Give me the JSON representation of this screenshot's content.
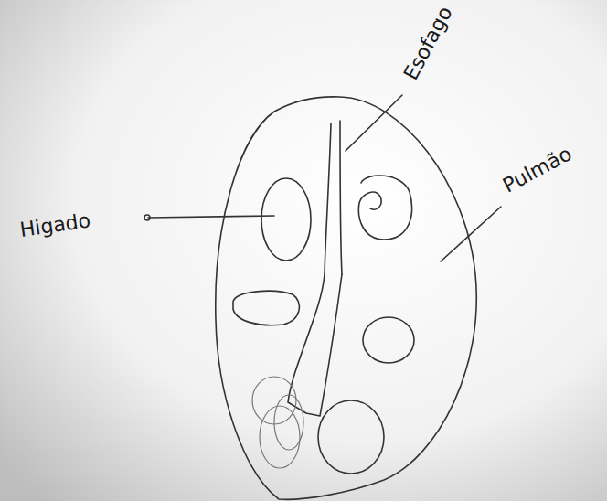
{
  "diagram": {
    "labels": [
      "Higado",
      "Esofago",
      "Pulmão"
    ]
  }
}
